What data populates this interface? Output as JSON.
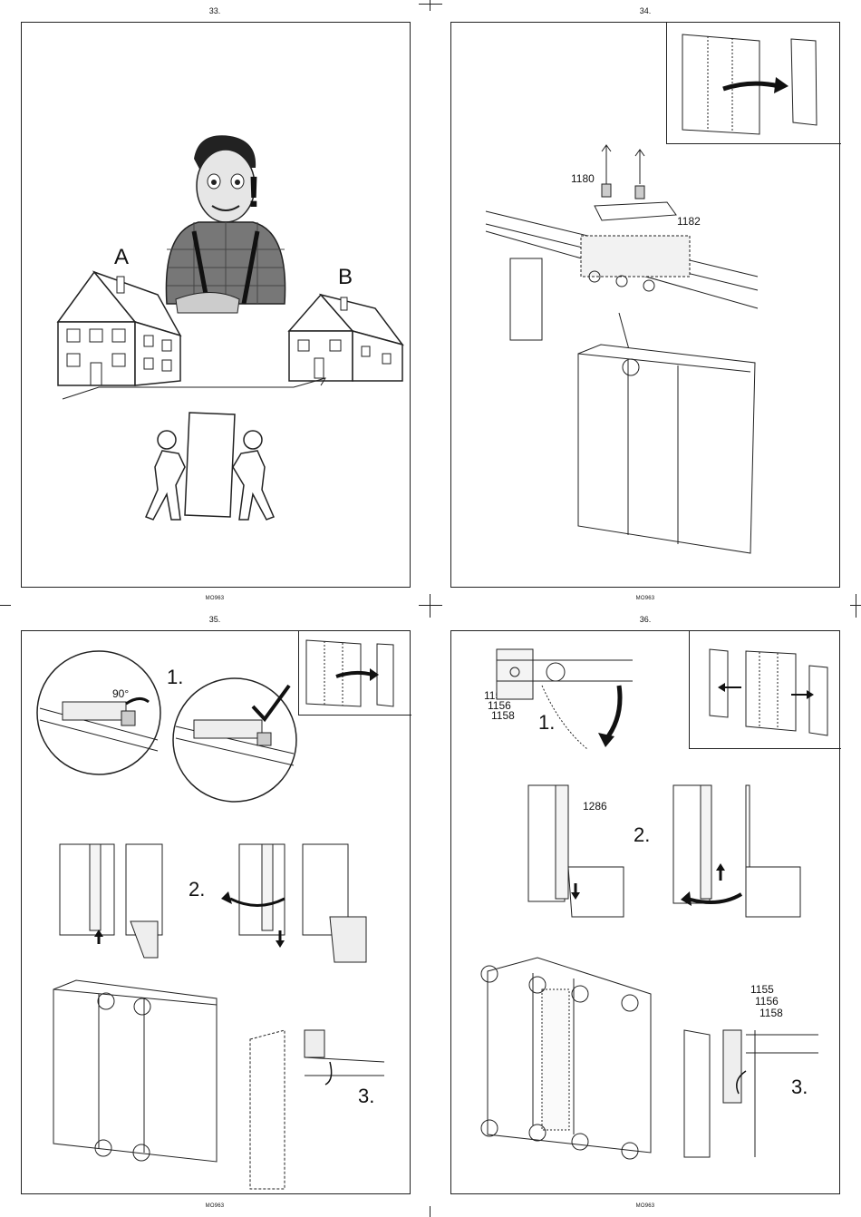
{
  "pages": [
    {
      "number": "33.",
      "code": "MO963",
      "labels": {
        "house_a": "A",
        "house_b": "B",
        "exclamation": "!"
      }
    },
    {
      "number": "34.",
      "code": "MO963",
      "parts": [
        "1180",
        "1182"
      ]
    },
    {
      "number": "35.",
      "code": "MO963",
      "angle": "90°",
      "steps": [
        "1.",
        "2.",
        "3."
      ]
    },
    {
      "number": "36.",
      "code": "MO963",
      "parts_top": [
        "1155",
        "1156",
        "1158"
      ],
      "part_hook": "1286",
      "parts_bottom": [
        "1155",
        "1156",
        "1158"
      ],
      "steps": [
        "1.",
        "2.",
        "3."
      ]
    }
  ],
  "icons": [
    "worker-mascot-icon",
    "house-icon",
    "person-carrying-icon",
    "arrow-icon",
    "checkmark-icon",
    "hand-icon",
    "wardrobe-icon"
  ]
}
